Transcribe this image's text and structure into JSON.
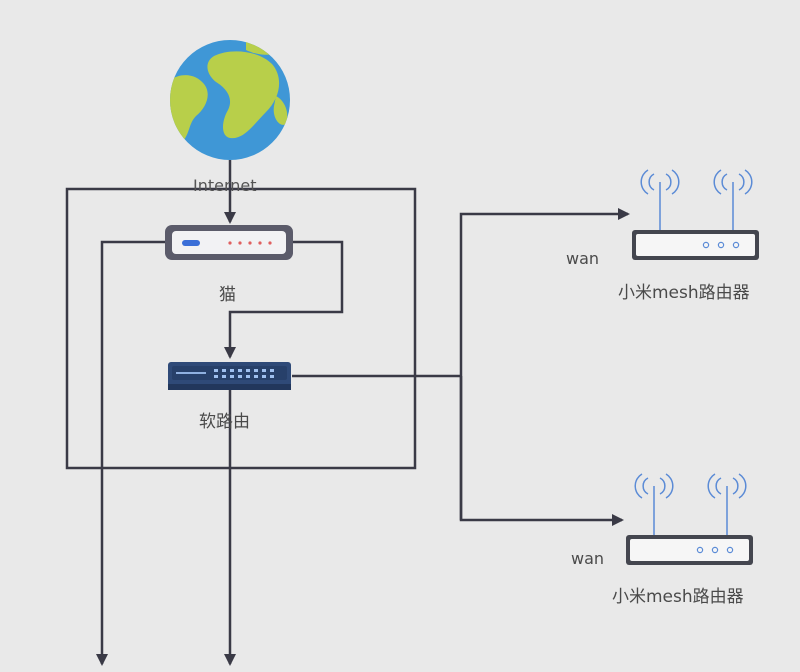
{
  "nodes": {
    "internet": {
      "label": "Internet"
    },
    "modem": {
      "label": "猫"
    },
    "soft_router": {
      "label": "软路由"
    },
    "mesh_router_1": {
      "label": "小米mesh路由器",
      "port_label": "wan"
    },
    "mesh_router_2": {
      "label": "小米mesh路由器",
      "port_label": "wan"
    }
  },
  "colors": {
    "background": "#e9e9e9",
    "line": "#3a3a46",
    "globe_ocean": "#3f97d6",
    "globe_land": "#b8cf4a",
    "modem_led": "#3b6fd8",
    "modem_dot": "#e06060",
    "antenna": "#5b8bd6",
    "switch_body": "#2f4a78"
  }
}
